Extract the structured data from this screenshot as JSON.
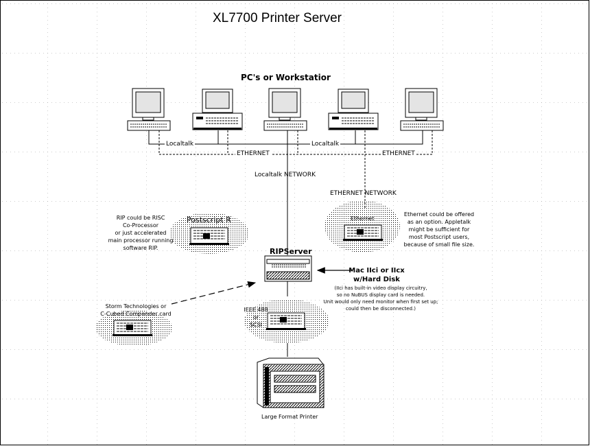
{
  "title": "XL7700 Printer Server",
  "workstations_label": "PC's or Workstatior",
  "network": {
    "localtalk_1": "Localtalk",
    "localtalk_2": "Localtalk",
    "ethernet_1": "ETHERNET",
    "ethernet_2": "ETHERNET",
    "localtalk_network": "Localtalk NETWORK",
    "ethernet_network": "ETHERNET NETWORK"
  },
  "postscript_card": "Postscript R",
  "ethernet_card": "Ethernet",
  "rip_server_label": "RIPServer",
  "ieee_label": "IEEE 488\nor\nSCSI",
  "printer_label": "Large Format Printer",
  "notes": {
    "rip_note": "RIP could be RISC\nCo-Processor\nor just accelerated\nmain processor running\nsoftware RIP.",
    "ethernet_note": "Ethernet could be offered\nas an option. Appletalk\nmight be sufficient for\nmost Postscript users,\nbecause of small file size.",
    "mac_title": "Mac IIci or IIcx\nw/Hard Disk",
    "mac_note": "(IIci has built-in video display circuitry,\nso no NuBUS display card is needed.\nUnit would only need monitor when first set up;\ncould then be disconnected.)",
    "storm_note": "Storm Technologies or\nC-Cubed Compander card"
  },
  "colors": {
    "ink": "#000000",
    "paper": "#ffffff",
    "grid": "#9a9a9a",
    "screen": "#e4e4e4"
  }
}
